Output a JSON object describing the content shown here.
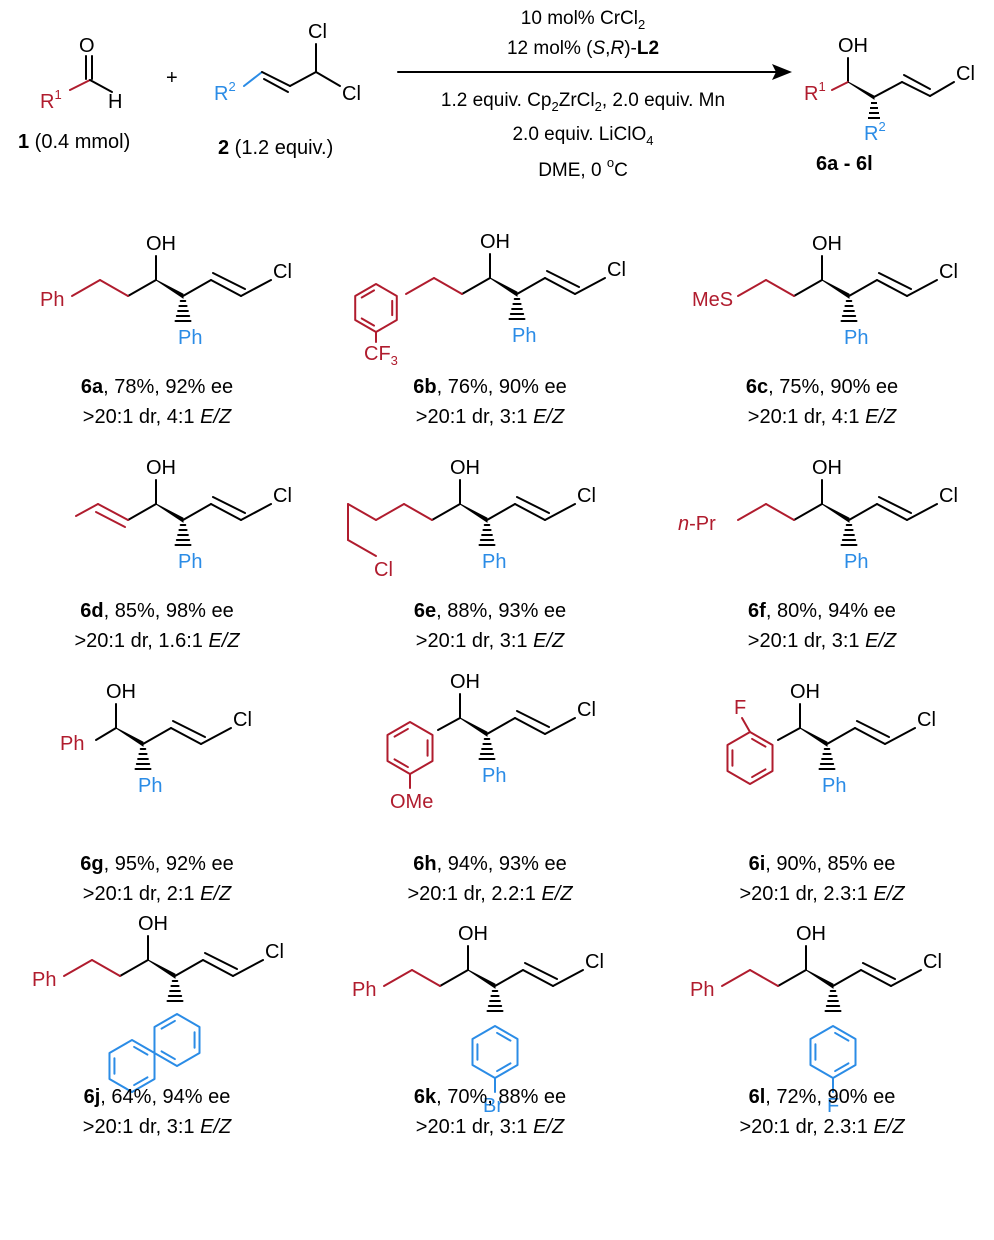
{
  "colors": {
    "substituent_r1": "#b01c2e",
    "substituent_r2": "#2b8ce6",
    "ink": "#000000"
  },
  "scheme": {
    "reagent1": {
      "atom_o": "O",
      "atom_h": "H",
      "r_group": "R",
      "r_sup": "1",
      "label_num": "1",
      "label_rest": " (0.4 mmol)"
    },
    "plus": "+",
    "reagent2": {
      "r_group": "R",
      "r_sup": "2",
      "cl_top": "Cl",
      "cl_right": "Cl",
      "label_num": "2",
      "label_rest": " (1.2 equiv.)"
    },
    "conditions": {
      "line1_a": "10 mol% CrCl",
      "line1_sub": "2",
      "line2_a": "12 mol% (",
      "line2_s": "S",
      "line2_comma": ",",
      "line2_r": "R",
      "line2_b": ")-",
      "line2_bold": "L2",
      "line3_a": "1.2 equiv. Cp",
      "line3_sub1": "2",
      "line3_b": "ZrCl",
      "line3_sub2": "2",
      "line3_c": ", 2.0 equiv. Mn",
      "line4_a": "2.0 equiv. LiClO",
      "line4_sub": "4",
      "line5_a": "DME, 0 ",
      "line5_sup": "o",
      "line5_b": "C"
    },
    "product": {
      "oh": "OH",
      "r1": "R",
      "r1_sup": "1",
      "r2": "R",
      "r2_sup": "2",
      "cl": "Cl",
      "label": "6a - 6l"
    }
  },
  "common": {
    "oh": "OH",
    "cl": "Cl",
    "ph": "Ph"
  },
  "substituent_text": {
    "cf3": "CF",
    "cf3_sub": "3",
    "mes": "MeS",
    "npr_italic": "n",
    "npr_rest": "-Pr",
    "ome": "OMe",
    "f": "F",
    "br": "Br"
  },
  "products": [
    {
      "id": "6a",
      "line1_rest": ", 78%, 92% ee",
      "line2_rest": ">20:1 dr, 4:1 ",
      "ez": "E/Z"
    },
    {
      "id": "6b",
      "line1_rest": ", 76%, 90% ee",
      "line2_rest": ">20:1 dr, 3:1 ",
      "ez": "E/Z"
    },
    {
      "id": "6c",
      "line1_rest": ", 75%, 90% ee",
      "line2_rest": ">20:1 dr, 4:1 ",
      "ez": "E/Z"
    },
    {
      "id": "6d",
      "line1_rest": ", 85%, 98% ee",
      "line2_rest": ">20:1 dr, 1.6:1 ",
      "ez": "E/Z"
    },
    {
      "id": "6e",
      "line1_rest": ", 88%, 93% ee",
      "line2_rest": ">20:1 dr, 3:1 ",
      "ez": "E/Z"
    },
    {
      "id": "6f",
      "line1_rest": ", 80%, 94% ee",
      "line2_rest": ">20:1 dr, 3:1 ",
      "ez": "E/Z"
    },
    {
      "id": "6g",
      "line1_rest": ", 95%, 92% ee",
      "line2_rest": ">20:1 dr, 2:1 ",
      "ez": "E/Z"
    },
    {
      "id": "6h",
      "line1_rest": ", 94%, 93% ee",
      "line2_rest": ">20:1 dr, 2.2:1 ",
      "ez": "E/Z"
    },
    {
      "id": "6i",
      "line1_rest": ", 90%, 85% ee",
      "line2_rest": ">20:1 dr, 2.3:1 ",
      "ez": "E/Z"
    },
    {
      "id": "6j",
      "line1_rest": ", 64%, 94% ee",
      "line2_rest": ">20:1 dr, 3:1 ",
      "ez": "E/Z"
    },
    {
      "id": "6k",
      "line1_rest": ", 70%, 88% ee",
      "line2_rest": ">20:1 dr, 3:1 ",
      "ez": "E/Z"
    },
    {
      "id": "6l",
      "line1_rest": ", 72%, 90% ee",
      "line2_rest": ">20:1 dr, 2.3:1 ",
      "ez": "E/Z"
    }
  ]
}
